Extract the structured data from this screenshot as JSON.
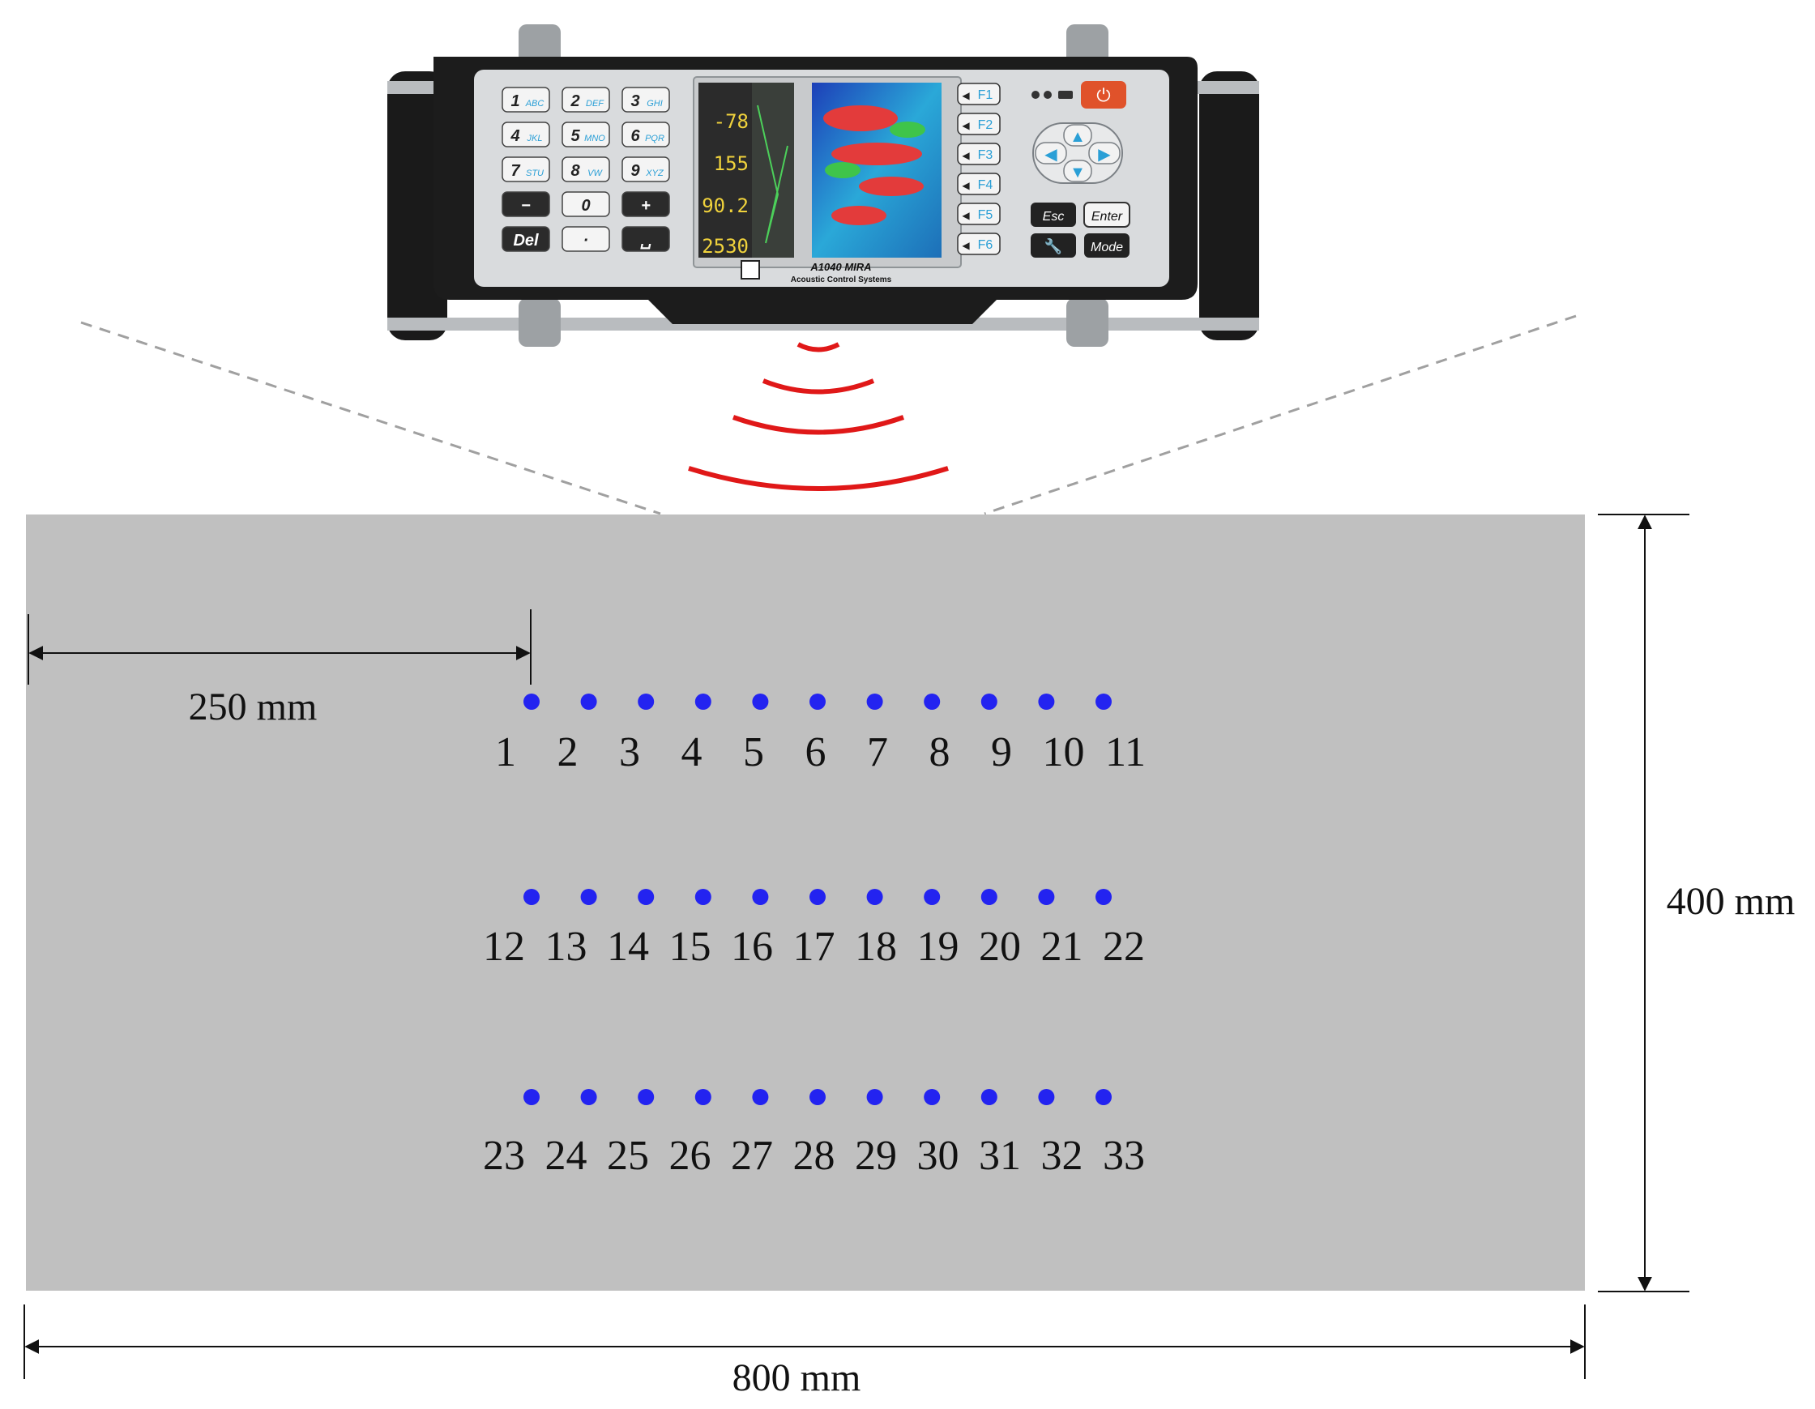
{
  "device": {
    "model": "A1040 MIRA",
    "maker": "Acoustic Control Systems",
    "keypad": [
      {
        "num": "1",
        "sub": "ABC"
      },
      {
        "num": "2",
        "sub": "DEF"
      },
      {
        "num": "3",
        "sub": "GHI"
      },
      {
        "num": "4",
        "sub": "JKL"
      },
      {
        "num": "5",
        "sub": "MNO"
      },
      {
        "num": "6",
        "sub": "PQR"
      },
      {
        "num": "7",
        "sub": "STU"
      },
      {
        "num": "8",
        "sub": "VW"
      },
      {
        "num": "9",
        "sub": "XYZ"
      },
      {
        "num": "−",
        "sub": ""
      },
      {
        "num": "0",
        "sub": ""
      },
      {
        "num": "+",
        "sub": ""
      },
      {
        "num": "Del",
        "sub": ""
      },
      {
        "num": "·",
        "sub": ""
      },
      {
        "num": "␣",
        "sub": ""
      }
    ],
    "function_keys": [
      "F1",
      "F2",
      "F3",
      "F4",
      "F5",
      "F6"
    ],
    "buttons": {
      "esc": "Esc",
      "enter": "Enter",
      "mode": "Mode"
    },
    "readouts": [
      "-78",
      "155",
      "90.2",
      "2530"
    ],
    "colors": {
      "power": "#e0522a",
      "body": "#1c1c1c",
      "panel": "#d9dbdd",
      "key_accent": "#2a9fd6"
    }
  },
  "specimen": {
    "width_label": "800 mm",
    "height_label": "400 mm",
    "offset_label": "250 mm",
    "points": [
      [
        "1",
        "2",
        "3",
        "4",
        "5",
        "6",
        "7",
        "8",
        "9",
        "10",
        "11"
      ],
      [
        "12",
        "13",
        "14",
        "15",
        "16",
        "17",
        "18",
        "19",
        "20",
        "21",
        "22"
      ],
      [
        "23",
        "24",
        "25",
        "26",
        "27",
        "28",
        "29",
        "30",
        "31",
        "32",
        "33"
      ]
    ],
    "colors": {
      "slab": "#c0c0c0",
      "point": "#2323f0",
      "wave": "#e01818",
      "beam": "#a0a0a0"
    }
  }
}
